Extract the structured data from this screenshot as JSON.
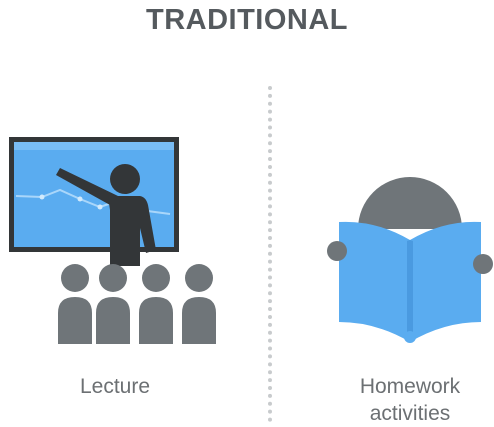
{
  "header": {
    "title": "TRADITIONAL"
  },
  "columns": [
    {
      "label": "Lecture",
      "icon": "lecture-presentation-icon"
    },
    {
      "label_line1": "Homework",
      "label_line2": "activities",
      "icon": "reading-book-icon"
    }
  ],
  "colors": {
    "title": "#555a5e",
    "figure_dark": "#333638",
    "figure_gray": "#6f7579",
    "blue": "#5aacf0",
    "light_blue": "#8ec6f6",
    "label": "#6c7073",
    "divider": "#c8cbcd"
  }
}
